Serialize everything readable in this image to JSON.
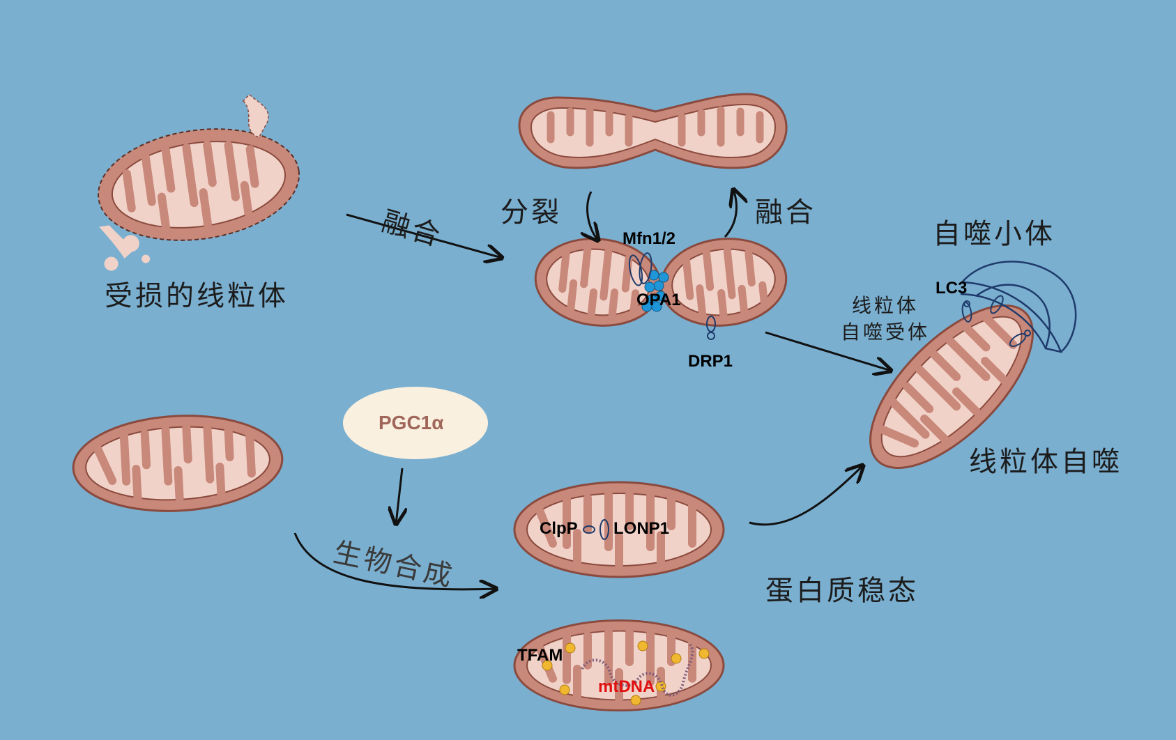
{
  "labels": {
    "damaged": "受损的线粒体",
    "fusion_top": "融合",
    "fission": "分裂",
    "fusion_right": "融合",
    "autophagosome": "自噬小体",
    "receptor_line1": "线粒体",
    "receptor_line2": "自噬受体",
    "mitophagy": "线粒体自噬",
    "biogenesis": "生物合成",
    "proteostasis": "蛋白质稳态"
  },
  "proteins": {
    "mfn": "Mfn1/2",
    "opa1": "OPA1",
    "drp1": "DRP1",
    "lc3": "LC3",
    "pgc": "PGC1α",
    "clpp": "ClpP",
    "lonp1": "LONP1",
    "tfam": "TFAM",
    "mtdna": "mtDNA"
  },
  "colors": {
    "background": "#7aafd0",
    "membrane": "#c8887a",
    "membrane_dark": "#8a4a3e",
    "matrix": "#f1d2c8",
    "pgc_fill": "#faf0e0",
    "pgc_text": "#a0665a",
    "mtdna_text": "#e01010",
    "opa1_dots": "#1e96d8",
    "tfam_dots": "#f0b830",
    "autophagosome": "#1e3a6a"
  }
}
